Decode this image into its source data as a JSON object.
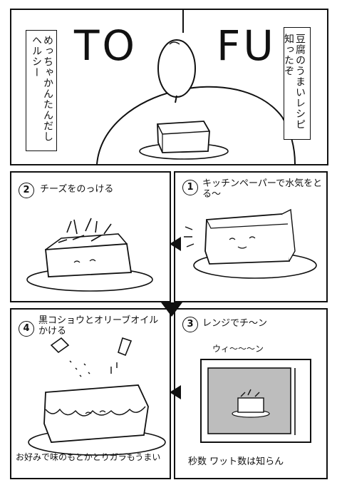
{
  "title": {
    "left": "TO",
    "right": "FU"
  },
  "intro": {
    "speech": "豆腐のうまいレシピ知ったぞ",
    "note": "めっちゃかんたんだしヘルシー"
  },
  "steps": [
    {
      "number": "1",
      "caption": "キッチンペーパーで水気をとる〜"
    },
    {
      "number": "2",
      "caption": "チーズをのっける"
    },
    {
      "number": "3",
      "caption": "レンジでチ〜ン",
      "sfx": "ウィ〜〜〜ン",
      "footer": "秒数 ワット数は知らん"
    },
    {
      "number": "4",
      "caption": "黒コショウとオリーブオイルかける",
      "footer": "お好みで味のもとかとりガラもうまい"
    }
  ],
  "colors": {
    "ink": "#111111",
    "paper": "#ffffff",
    "tone": "#bdbdbd"
  }
}
